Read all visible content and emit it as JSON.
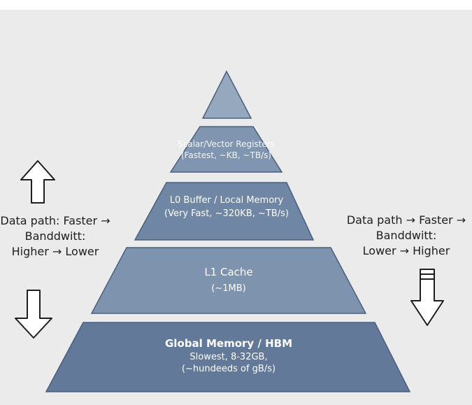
{
  "colors": {
    "background": "#ebebeb",
    "tier_fills": [
      "#95a8be",
      "#7f95b0",
      "#6f87a5",
      "#7d93ae",
      "#62799a"
    ],
    "tier_stroke": "#4a5f7c",
    "arrow_fill": "#ffffff",
    "arrow_stroke": "#1e1e1e"
  },
  "pyramid": {
    "tiers": [
      {
        "title": "",
        "lines": []
      },
      {
        "title": "Scalar/Vector Registers",
        "lines": [
          "(Fastest, ~KB, ~TB/s)"
        ]
      },
      {
        "title": "L0 Buffer / Local Memory",
        "lines": [
          "(Very Fast, ~320KB, ~TB/s)"
        ]
      },
      {
        "title": "L1 Cache",
        "lines": [
          "(~1MB)"
        ]
      },
      {
        "title": "Global Memory / HBM",
        "lines": [
          "Slowest, 8-32GB,",
          "(~hundeeds of gB/s)"
        ]
      }
    ]
  },
  "left_annotation": {
    "lines": [
      "Data path: Faster →",
      "Banddwitt:",
      "Higher → Lower"
    ],
    "arrows": [
      "up-arrow-icon",
      "down-arrow-icon"
    ]
  },
  "right_annotation": {
    "lines": [
      "Data path → Faster →",
      "Banddwitt:",
      "Lower → Higher"
    ],
    "arrows": [
      "down-arrow-icon"
    ]
  }
}
